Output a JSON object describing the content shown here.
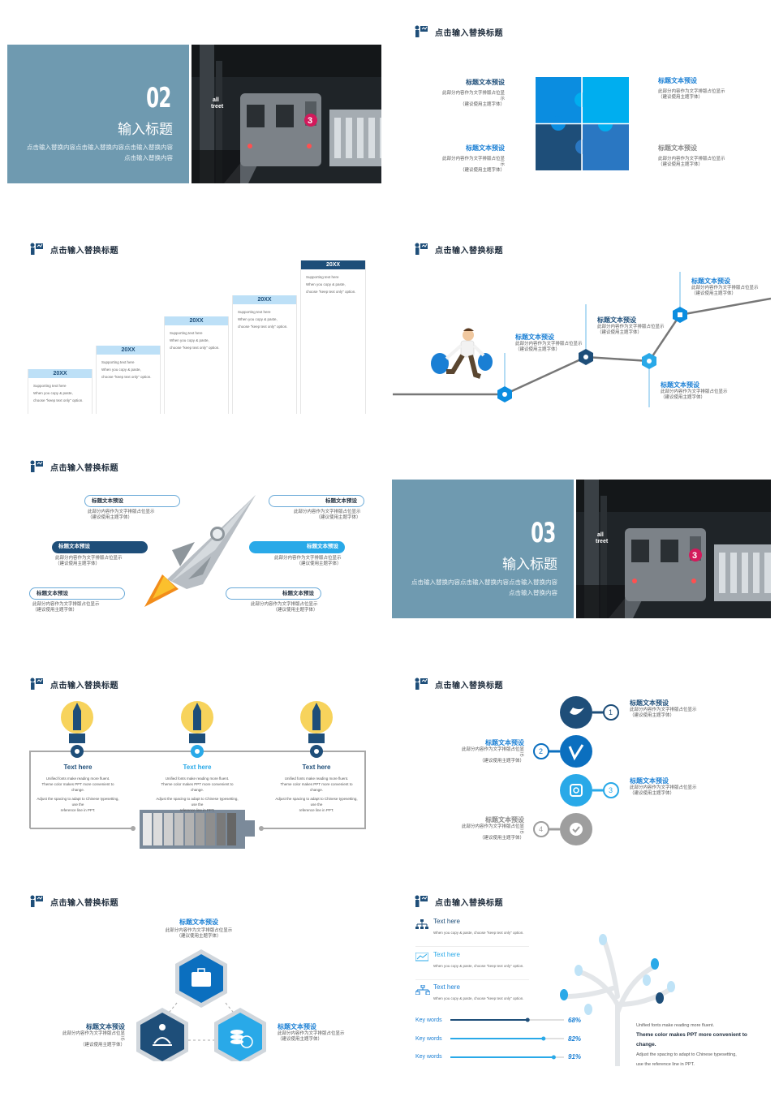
{
  "header_title": "点击输入替换标题",
  "section02": {
    "number": "02",
    "title": "输入标题",
    "subtitle_line1": "点击输入替换内容点击输入替换内容点击输入替换内容",
    "subtitle_line2": "点击输入替换内容",
    "train_number": "3",
    "wall_text_1": "all",
    "wall_text_2": "treet"
  },
  "section03": {
    "number": "03",
    "title": "输入标题",
    "subtitle_line1": "点击输入替换内容点击输入替换内容点击输入替换内容",
    "subtitle_line2": "点击输入替换内容",
    "train_number": "3",
    "wall_text_1": "all",
    "wall_text_2": "treet"
  },
  "puzzle": {
    "items": [
      {
        "title": "标题文本预设",
        "desc1": "此部分内容作为文字排版占位显示",
        "desc2": "（建议使用主题字体）"
      },
      {
        "title": "标题文本预设",
        "desc1": "此部分内容作为文字排版占位显示",
        "desc2": "（建议使用主题字体）"
      },
      {
        "title": "标题文本预设",
        "desc1": "此部分内容作为文字排版占位显示",
        "desc2": "（建议使用主题字体）"
      },
      {
        "title": "标题文本预设",
        "desc1": "此部分内容作为文字排版占位显示",
        "desc2": "（建议使用主题字体）"
      }
    ],
    "colors": [
      "#0b8de0",
      "#00aeef",
      "#1e4e79",
      "#2a77c2"
    ]
  },
  "stairs": [
    {
      "year": "20XX",
      "b1": "Supporting text here",
      "b2": "When you copy & paste,",
      "b3": "choose \"keep text only\" option."
    },
    {
      "year": "20XX",
      "b1": "Supporting text here",
      "b2": "When you copy & paste,",
      "b3": "choose \"keep text only\" option."
    },
    {
      "year": "20XX",
      "b1": "Supporting text here",
      "b2": "When you copy & paste,",
      "b3": "choose \"keep text only\" option."
    },
    {
      "year": "20XX",
      "b1": "Supporting text here",
      "b2": "When you copy & paste,",
      "b3": "choose \"keep text only\" option."
    },
    {
      "year": "20XX",
      "b1": "Supporting text here",
      "b2": "When you copy & paste,",
      "b3": "choose \"keep text only\" option."
    }
  ],
  "timeline": [
    {
      "title": "标题文本预设",
      "desc1": "此部分内容作为文字排版占位显示",
      "desc2": "（建议使用主题字体）"
    },
    {
      "title": "标题文本预设",
      "desc1": "此部分内容作为文字排版占位显示",
      "desc2": "（建议使用主题字体）"
    },
    {
      "title": "标题文本预设",
      "desc1": "此部分内容作为文字排版占位显示",
      "desc2": "（建议使用主题字体）"
    },
    {
      "title": "标题文本预设",
      "desc1": "此部分内容作为文字排版占位显示",
      "desc2": "（建议使用主题字体）"
    }
  ],
  "rocket": [
    {
      "title": "标题文本预设",
      "desc1": "此部分内容作为文字排版占位显示",
      "desc2": "（建议使用主题字体）"
    },
    {
      "title": "标题文本预设",
      "desc1": "此部分内容作为文字排版占位显示",
      "desc2": "（建议使用主题字体）"
    },
    {
      "title": "标题文本预设",
      "desc1": "此部分内容作为文字排版占位显示",
      "desc2": "（建议使用主题字体）"
    },
    {
      "title": "标题文本预设",
      "desc1": "此部分内容作为文字排版占位显示",
      "desc2": "（建议使用主题字体）"
    },
    {
      "title": "标题文本预设",
      "desc1": "此部分内容作为文字排版占位显示",
      "desc2": "（建议使用主题字体）"
    },
    {
      "title": "标题文本预设",
      "desc1": "此部分内容作为文字排版占位显示",
      "desc2": "（建议使用主题字体）"
    }
  ],
  "bulbs": [
    {
      "title": "Text here",
      "l1": "Unified fonts make reading more fluent.",
      "l2": "Theme color makes PPT more convenient to change.",
      "l3": "Adjust the spacing to adapt to Chinese typesetting, use the",
      "l4": "reference line in PPT."
    },
    {
      "title": "Text here",
      "l1": "Unified fonts make reading more fluent.",
      "l2": "Theme color makes PPT more convenient to change.",
      "l3": "Adjust the spacing to adapt to Chinese typesetting, use the",
      "l4": "reference line in PPT."
    },
    {
      "title": "Text here",
      "l1": "Unified fonts make reading more fluent.",
      "l2": "Theme color makes PPT more convenient to change.",
      "l3": "Adjust the spacing to adapt to Chinese typesetting, use the",
      "l4": "reference line in PPT."
    }
  ],
  "social": [
    {
      "num": "1",
      "icon": "twitter-icon",
      "title": "标题文本预设",
      "desc1": "此部分内容作为文字排版占位显示",
      "desc2": "（建议使用主题字体）"
    },
    {
      "num": "2",
      "icon": "vimeo-icon",
      "title": "标题文本预设",
      "desc1": "此部分内容作为文字排版占位显示",
      "desc2": "（建议使用主题字体）"
    },
    {
      "num": "3",
      "icon": "instagram-icon",
      "title": "标题文本预设",
      "desc1": "此部分内容作为文字排版占位显示",
      "desc2": "（建议使用主题字体）"
    },
    {
      "num": "4",
      "icon": "check-icon",
      "title": "标题文本预设",
      "desc1": "此部分内容作为文字排版占位显示",
      "desc2": "（建议使用主题字体）"
    }
  ],
  "hexes": [
    {
      "title": "标题文本预设",
      "desc1": "此部分内容作为文字排版占位显示",
      "desc2": "（建议使用主题字体）"
    },
    {
      "title": "标题文本预设",
      "desc1": "此部分内容作为文字排版占位显示",
      "desc2": "（建议使用主题字体）"
    },
    {
      "title": "标题文本预设",
      "desc1": "此部分内容作为文字排版占位显示",
      "desc2": "（建议使用主题字体）"
    }
  ],
  "tree": {
    "items": [
      {
        "title": "Text here",
        "desc": "When you copy & paste, choose \"keep text only\" option."
      },
      {
        "title": "Text here",
        "desc": "When you copy & paste, choose \"keep text only\" option."
      },
      {
        "title": "Text here",
        "desc": "When you copy & paste, choose \"keep text only\" option."
      }
    ],
    "bars": [
      {
        "label": "Key words",
        "value": 68,
        "display": "68%",
        "color": "#1e4e79"
      },
      {
        "label": "Key words",
        "value": 82,
        "display": "82%",
        "color": "#29a9e8"
      },
      {
        "label": "Key words",
        "value": 91,
        "display": "91%",
        "color": "#29a9e8"
      }
    ],
    "note1": "Unified fonts make reading more fluent.",
    "note2": "Theme color makes PPT more convenient to",
    "note3": "change.",
    "note4": "Adjust the spacing to adapt to Chinese typesetting,",
    "note5": "use the reference line in PPT."
  }
}
